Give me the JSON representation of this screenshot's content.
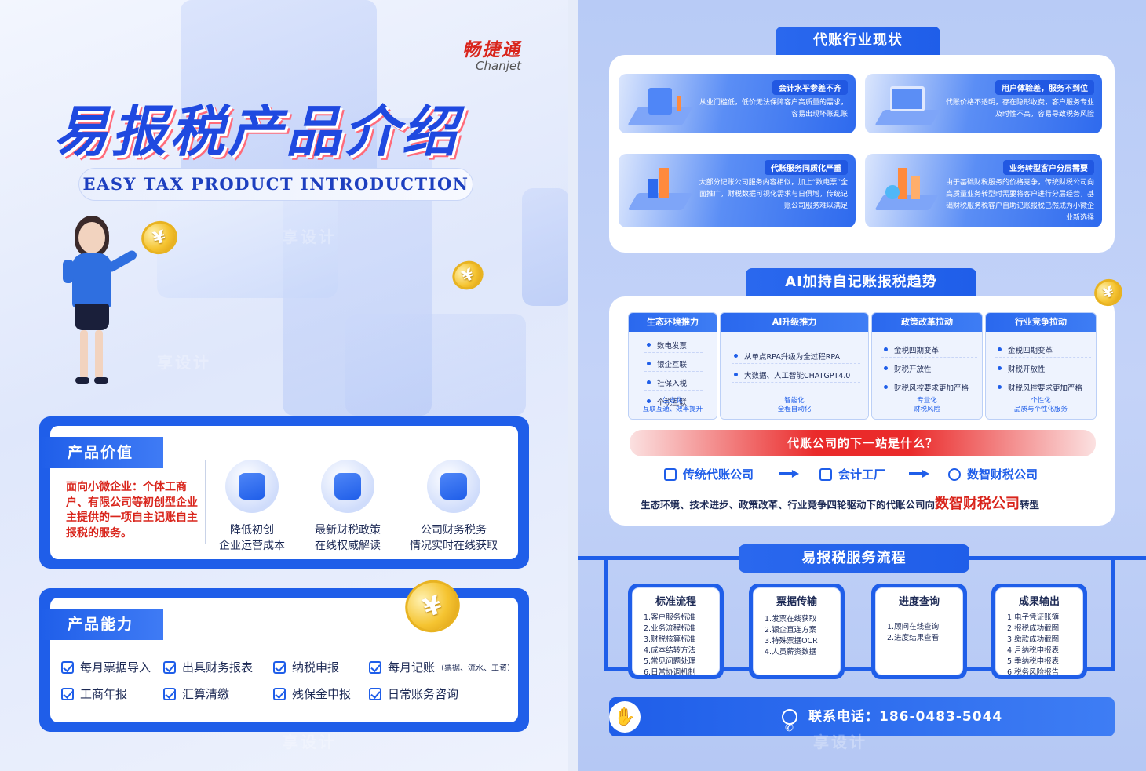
{
  "left": {
    "brand": {
      "name_cn": "畅捷通",
      "name_en": "Chanjet"
    },
    "title": "易报税产品介绍",
    "subtitle": "EASY TAX PRODUCT INTRODUCTION",
    "coin_symbol": "¥",
    "value_section": {
      "tag": "产品价值",
      "description": "面向小微企业：个体工商户、有限公司等初创型企业主提供的一项自主记账自主报税的服务。",
      "items": [
        {
          "line1": "降低初创",
          "line2": "企业运营成本",
          "icon": "shield-icon"
        },
        {
          "line1": "最新财税政策",
          "line2": "在线权威解读",
          "icon": "policy-icon"
        },
        {
          "line1": "公司财务税务",
          "line2": "情况实时在线获取",
          "icon": "service-icon"
        }
      ]
    },
    "capability_section": {
      "tag": "产品能力",
      "items": [
        {
          "label": "每月票据导入"
        },
        {
          "label": "出具财务报表"
        },
        {
          "label": "纳税申报"
        },
        {
          "label": "每月记账",
          "note": "（票据、流水、工资）"
        },
        {
          "label": "工商年报"
        },
        {
          "label": "汇算清缴"
        },
        {
          "label": "残保金申报"
        },
        {
          "label": "日常账务咨询"
        }
      ]
    }
  },
  "right": {
    "status_section": {
      "title": "代账行业现状",
      "boxes": [
        {
          "head": "会计水平参差不齐",
          "text": "从业门槛低，低价无法保障客户高质量的需求，容易出现坏账乱账"
        },
        {
          "head": "用户体验差，服务不到位",
          "text": "代账价格不透明，存在隐形收费，客户服务专业及时性不高，容易导致税务风险"
        },
        {
          "head": "代账服务同质化严重",
          "text": "大部分记账公司服务内容相似，加上“数电票”全面推广，财税数据可视化需求与日俱增，传统记账公司服务难以满足"
        },
        {
          "head": "业务转型客户分层需要",
          "text": "由于基础财税服务的价格竞争，传统财税公司向高质量业务转型时需要将客户进行分层经营，基础财税服务税客户自助记账报税已然成为小微企业新选择"
        }
      ]
    },
    "trend_section": {
      "title": "AI加持自记账报税趋势",
      "columns": [
        {
          "head": "生态环境推力",
          "items": [
            "数电发票",
            "银企互联",
            "社保入税",
            "个税互联"
          ],
          "foot1": "生态化",
          "foot2": "互联互通、效率提升"
        },
        {
          "head": "AI升级推力",
          "items": [
            "从单点RPA升级为全过程RPA",
            "大数据、人工智能CHATGPT4.0"
          ],
          "foot1": "智能化",
          "foot2": "全程自动化"
        },
        {
          "head": "政策改革拉动",
          "items": [
            "金税四期变革",
            "财税开放性",
            "财税风控要求更加严格"
          ],
          "foot1": "专业化",
          "foot2": "财税风险"
        },
        {
          "head": "行业竞争拉动",
          "items": [
            "金税四期变革",
            "财税开放性",
            "财税风控要求更加严格"
          ],
          "foot1": "个性化",
          "foot2": "品质与个性化服务"
        }
      ],
      "banner": "代账公司的下一站是什么？",
      "flow": [
        "传统代账公司",
        "会计工厂",
        "数智财税公司"
      ],
      "transform_prefix": "生态环境、技术进步、政策改革、行业竞争四轮驱动下的代账公司向",
      "transform_highlight": "数智财税公司",
      "transform_suffix": "转型"
    },
    "process_section": {
      "title": "易报税服务流程",
      "steps": [
        {
          "title": "标准流程",
          "items": [
            "1.客户服务标准",
            "2.业务流程标准",
            "3.财税核算标准",
            "4.成本结转方法",
            "5.常见问题处理",
            "6.日常协调机制"
          ]
        },
        {
          "title": "票据传输",
          "items": [
            "1.发票在线获取",
            "2.银企直连方案",
            "3.特殊票据OCR",
            "4.人员薪资数据"
          ]
        },
        {
          "title": "进度查询",
          "items": [
            "1.顾问在线查询",
            "2.进度结果查看"
          ]
        },
        {
          "title": "成果输出",
          "items": [
            "1.电子凭证账簿",
            "2.报税成功截图",
            "3.缴款成功截图",
            "4.月纳税申报表",
            "5.季纳税申报表",
            "6.税务风险报告"
          ]
        }
      ]
    },
    "contact": "联系电话：186-0483-5044"
  },
  "watermark": "享设计",
  "colors": {
    "primary": "#1f5ee9",
    "accent_red": "#d9251c",
    "coin_gold": "#f5c431"
  }
}
